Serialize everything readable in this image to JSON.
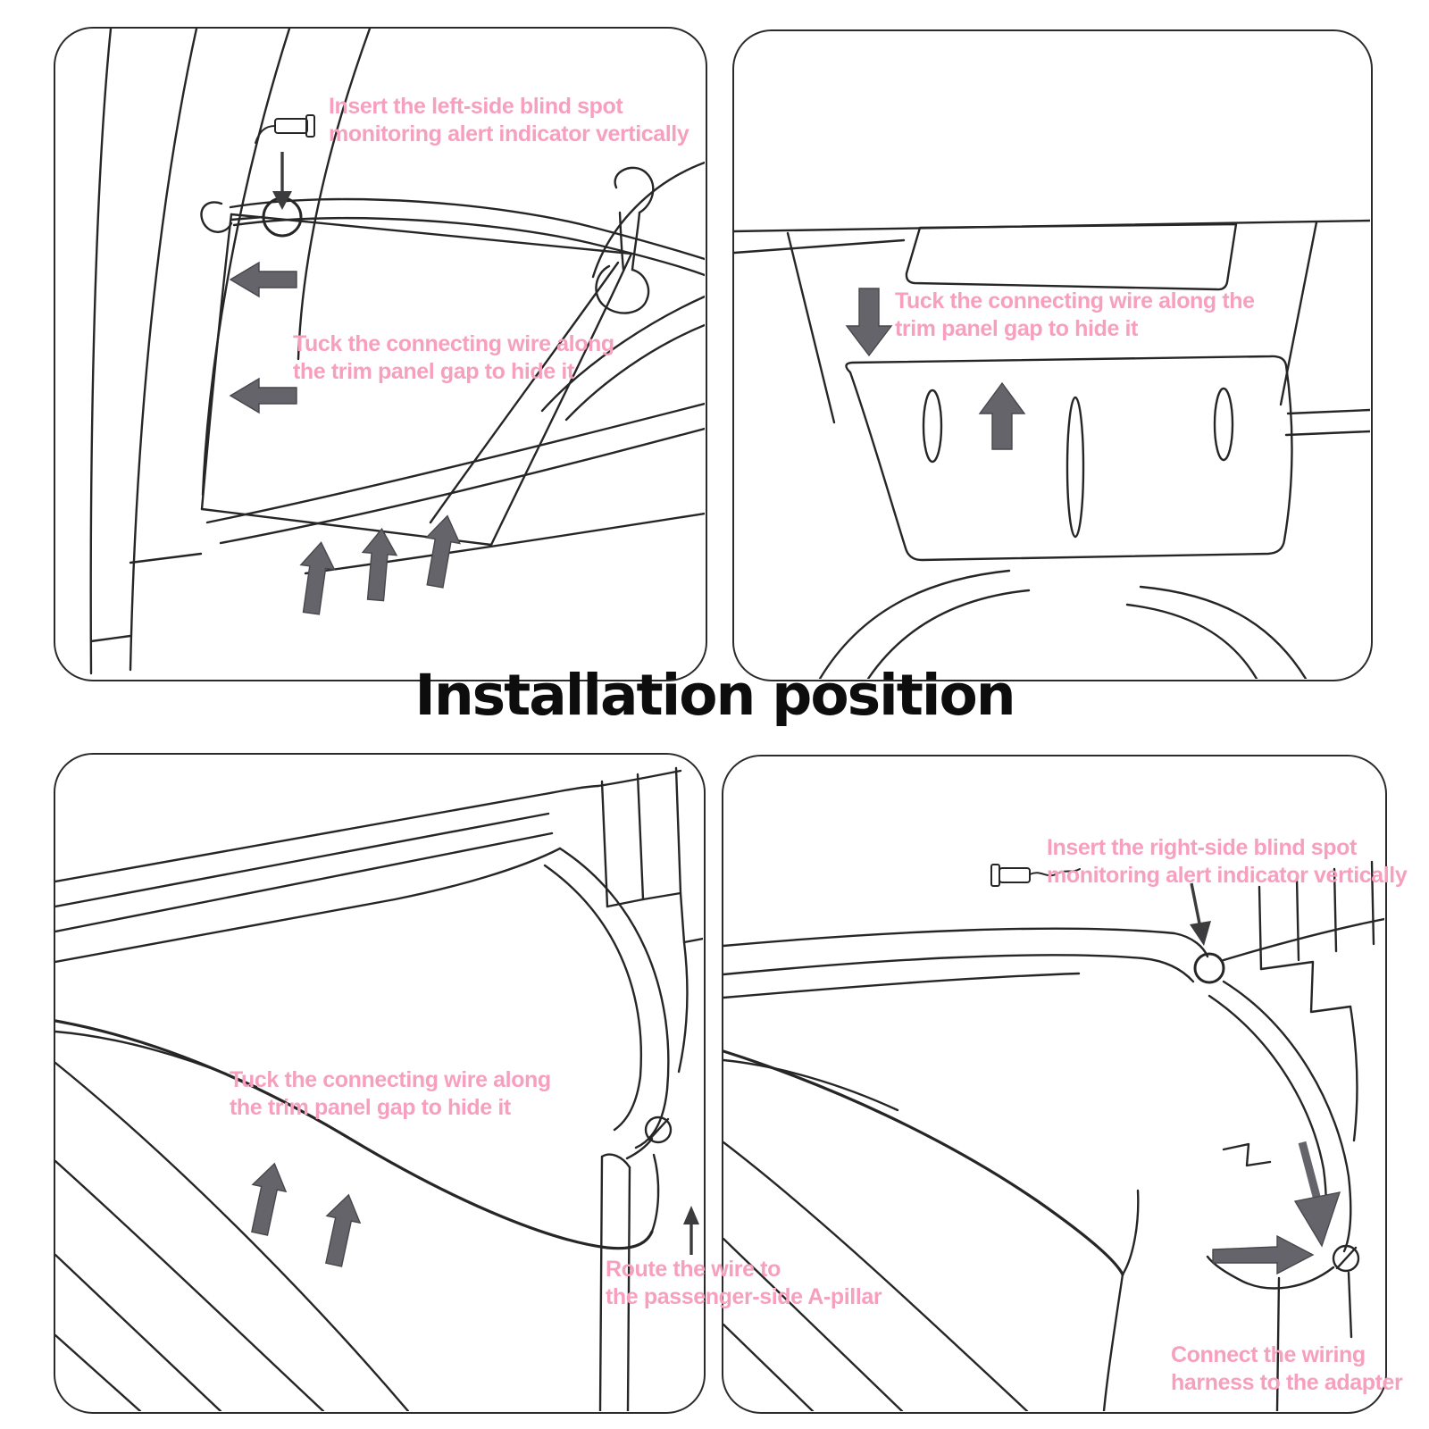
{
  "title": "Installation position",
  "colors": {
    "annotation_pink": "#f79fbe",
    "line_color": "#262626",
    "arrow_gray": "#64646a",
    "background": "#ffffff"
  },
  "annotations": {
    "insert_left": {
      "line1": "Insert the left-side blind spot",
      "line2": "monitoring alert indicator vertically"
    },
    "tuck_top_left": {
      "line1": "Tuck the connecting wire along",
      "line2": "the trim panel gap to hide it"
    },
    "tuck_top_right": {
      "line1": "Tuck the connecting wire along the",
      "line2": "trim panel gap to hide it"
    },
    "tuck_bottom_left": {
      "line1": "Tuck the connecting wire along",
      "line2": "the trim panel gap to hide it"
    },
    "route_wire": {
      "line1": "Route the wire to",
      "line2": "the passenger-side A-pillar"
    },
    "insert_right": {
      "line1": "Insert the right-side blind spot",
      "line2": "monitoring alert indicator vertically"
    },
    "connect_harness": {
      "line1": "Connect the wiring",
      "line2": "harness to the adapter"
    }
  }
}
